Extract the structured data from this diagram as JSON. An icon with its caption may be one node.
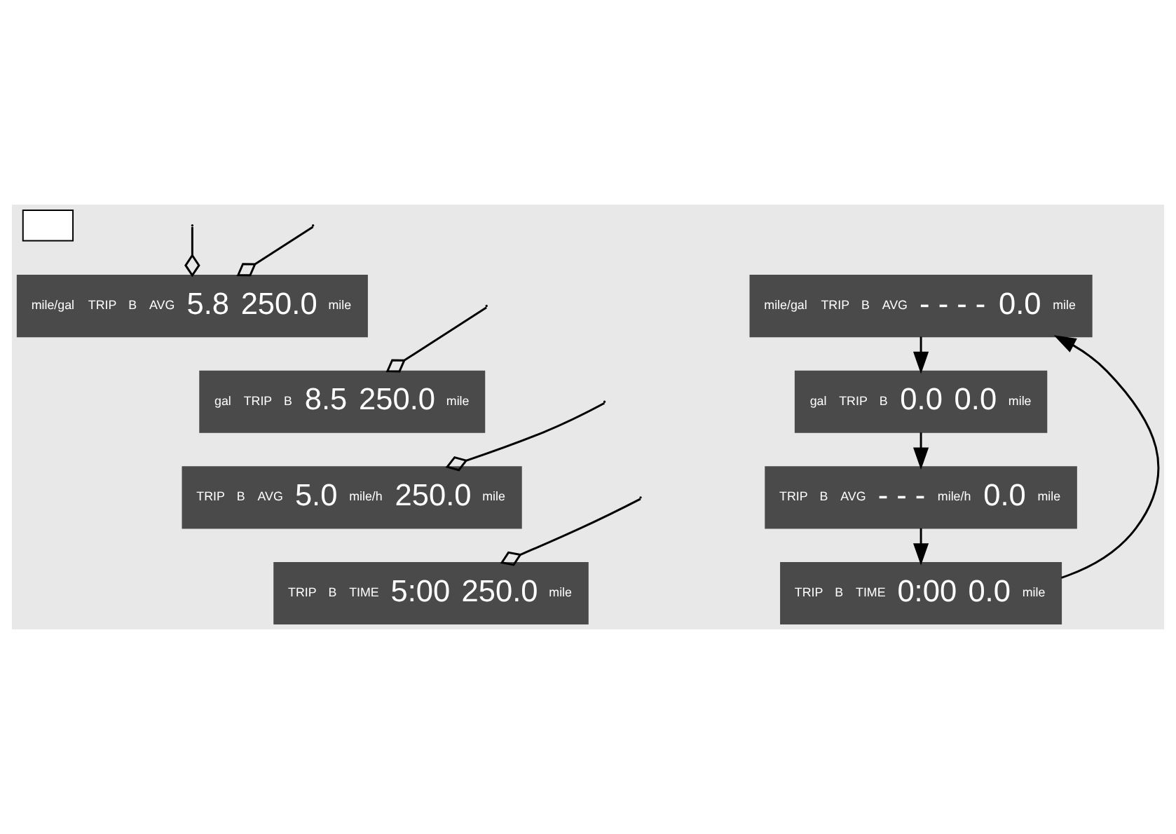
{
  "diagram": {
    "nodes": [
      {
        "text": [],
        "shape": "box"
      },
      {
        "text": [
          "mile/gal",
          "TRIP",
          "B",
          "AVG",
          "5.8",
          "250.0",
          "mile"
        ]
      },
      {
        "text": [
          "gal",
          "TRIP",
          "B",
          "8.5",
          "250.0",
          "mile"
        ]
      },
      {
        "text": [
          "TRIP",
          "B",
          "AVG",
          "5.0",
          "mile/h",
          "250.0",
          "mile"
        ]
      },
      {
        "text": [
          "TRIP",
          "B",
          "TIME",
          "5:00",
          "250.0",
          "mile"
        ]
      },
      {
        "text": [
          "mile/gal",
          "TRIP",
          "B",
          "AVG",
          "- - - -",
          "0.0",
          "mile"
        ]
      },
      {
        "text": [
          "gal",
          "TRIP",
          "B",
          "0.0",
          "0.0",
          "mile"
        ]
      },
      {
        "text": [
          "TRIP",
          "B",
          "AVG",
          "- - -",
          "mile/h",
          "0.0",
          "mile"
        ]
      },
      {
        "text": [
          "TRIP",
          "B",
          "TIME",
          "0:00",
          "0.0",
          "mile"
        ]
      }
    ],
    "edges": [
      {
        "from": null,
        "to": 1,
        "arrow": "other"
      },
      {
        "from": null,
        "to": 1,
        "arrow": "other"
      },
      {
        "from": null,
        "to": 2,
        "arrow": "other"
      },
      {
        "from": null,
        "to": 3,
        "arrow": "other"
      },
      {
        "from": null,
        "to": 4,
        "arrow": "other"
      },
      {
        "from": 5,
        "to": 6,
        "arrow": "to"
      },
      {
        "from": 6,
        "to": 7,
        "arrow": "to"
      },
      {
        "from": 7,
        "to": 8,
        "arrow": "to"
      },
      {
        "from": 8,
        "to": 5,
        "arrow": "to"
      }
    ]
  }
}
